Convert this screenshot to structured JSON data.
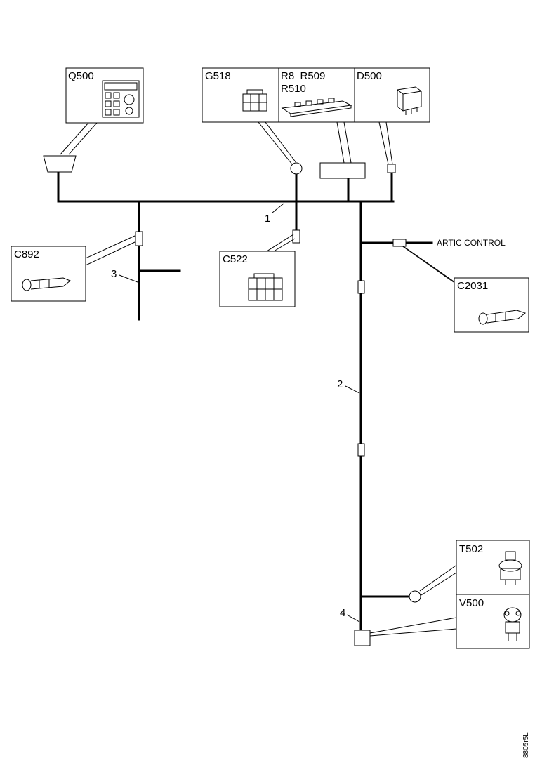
{
  "components": {
    "q500": "Q500",
    "g518": "G518",
    "r8_r509": "R8  R509",
    "r510": "R510",
    "d500": "D500",
    "c892": "C892",
    "c522": "C522",
    "c2031": "C2031",
    "t502": "T502",
    "v500": "V500"
  },
  "branches": {
    "b1": "1",
    "b2": "2",
    "b3": "3",
    "b4": "4"
  },
  "artic_label": "ARTIC CONTROL",
  "drawing_code": "8805r5L"
}
